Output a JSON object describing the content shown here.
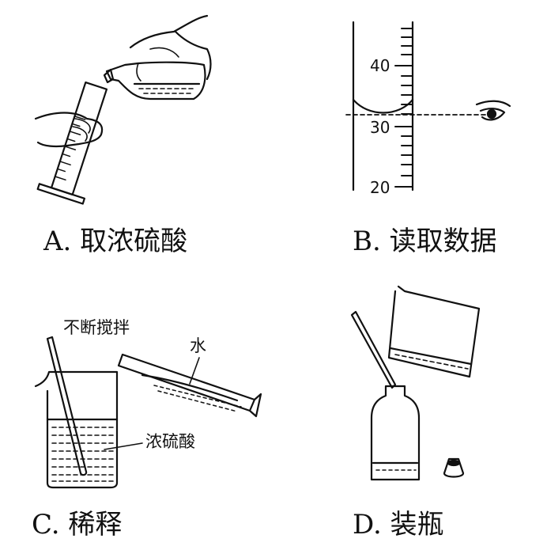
{
  "panels": {
    "a": {
      "caption": "A. 取浓硫酸"
    },
    "b": {
      "caption": "B. 读取数据",
      "ticks": [
        "40",
        "30",
        "20"
      ]
    },
    "c": {
      "caption": "C. 稀释",
      "stir_label": "不断搅拌",
      "water_label": "水",
      "acid_label": "浓硫酸"
    },
    "d": {
      "caption": "D. 装瓶"
    }
  }
}
